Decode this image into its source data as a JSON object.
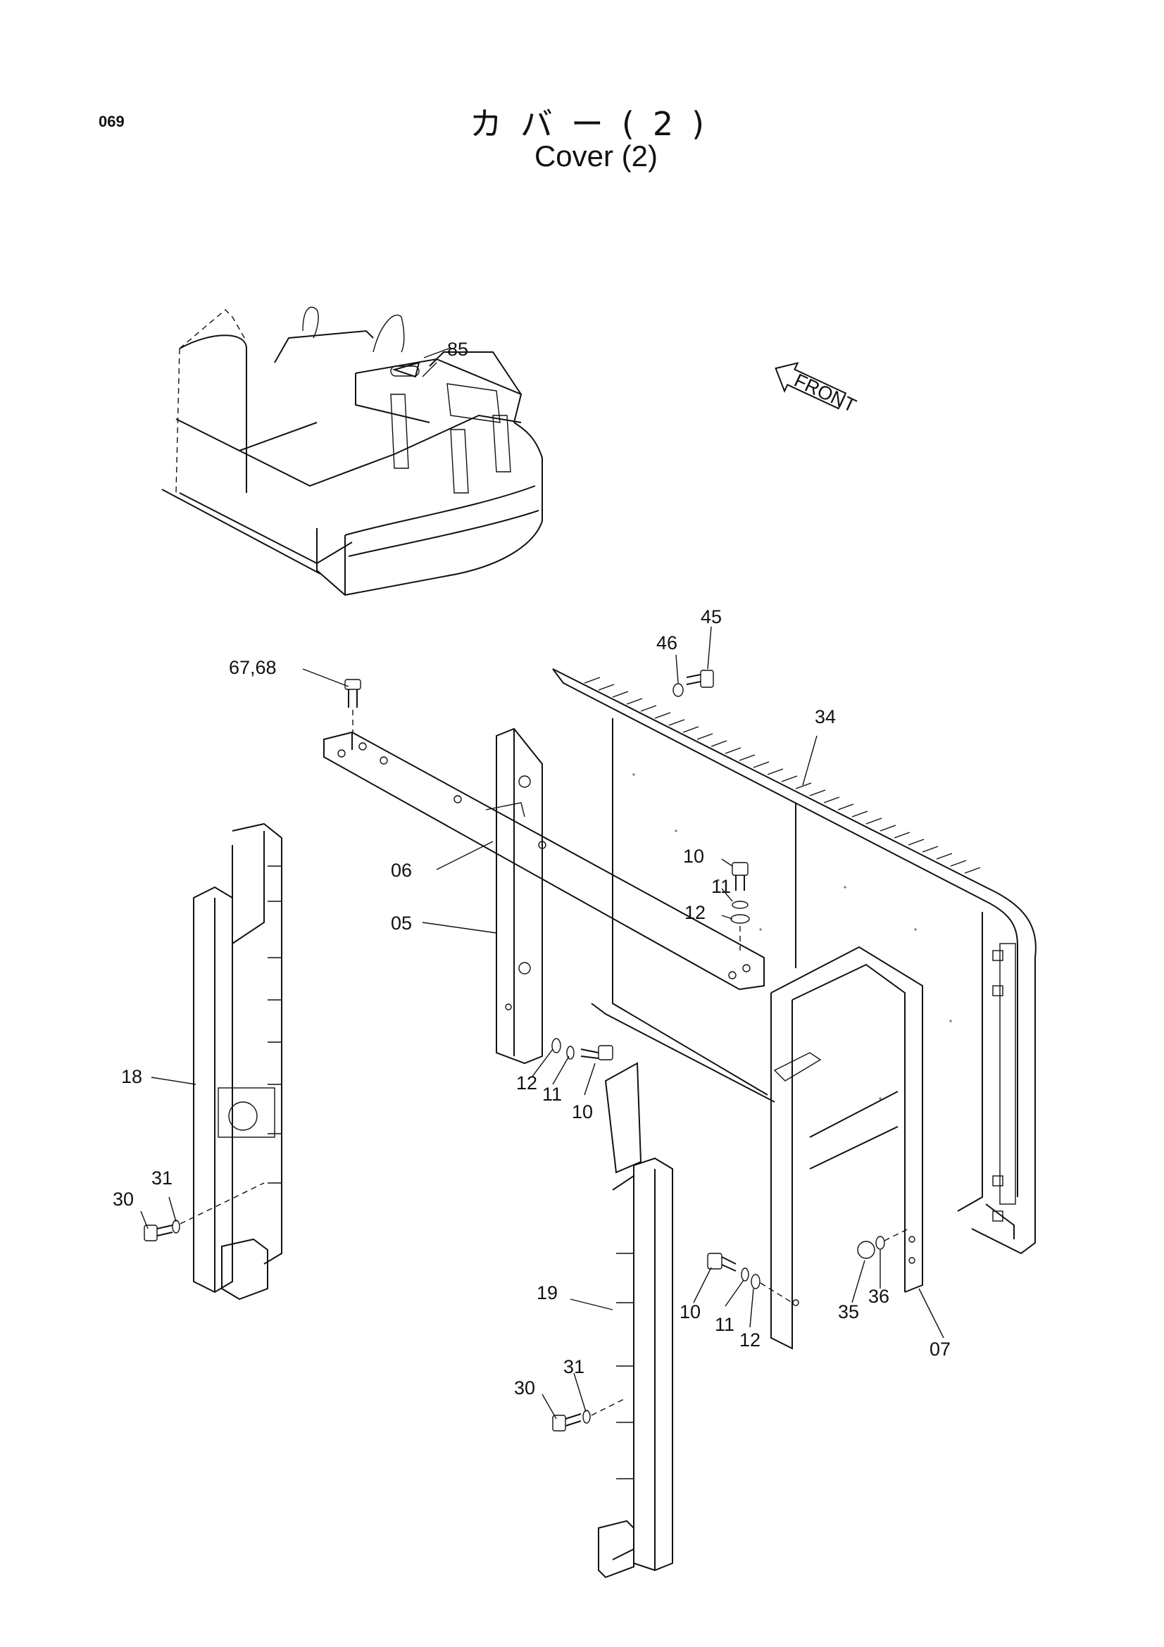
{
  "page_number": "069",
  "title_jp": "カバー(2)",
  "title_en": "Cover (2)",
  "front_label": "FRONT",
  "callouts": {
    "c85": "85",
    "c45": "45",
    "c46": "46",
    "c6768": "67,68",
    "c34": "34",
    "c06": "06",
    "c05": "05",
    "c10a": "10",
    "c11a": "11",
    "c12a": "12",
    "c18": "18",
    "c12b": "12",
    "c11b": "11",
    "c10b": "10",
    "c31a": "31",
    "c30a": "30",
    "c19": "19",
    "c10c": "10",
    "c11c": "11",
    "c12c": "12",
    "c35": "35",
    "c36": "36",
    "c07": "07",
    "c31b": "31",
    "c30b": "30"
  }
}
